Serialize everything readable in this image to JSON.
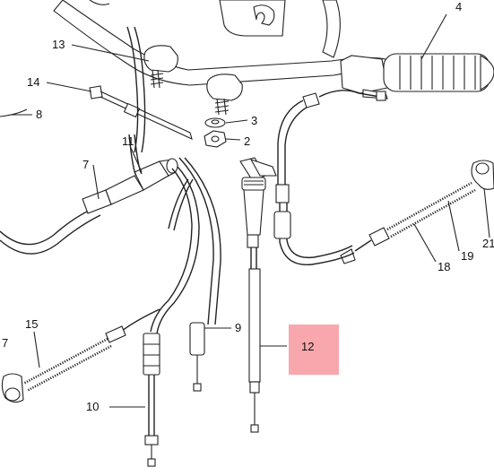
{
  "callouts": {
    "n2": "2",
    "n3": "3",
    "n4": "4",
    "n7a": "7",
    "n7b": "7",
    "n8": "8",
    "n9": "9",
    "n10": "10",
    "n11": "11",
    "n12": "12",
    "n13": "13",
    "n14": "14",
    "n15": "15",
    "n18": "18",
    "n19": "19",
    "n21": "21"
  },
  "highlight": {
    "part": "12",
    "color": "#f8a8ac"
  }
}
